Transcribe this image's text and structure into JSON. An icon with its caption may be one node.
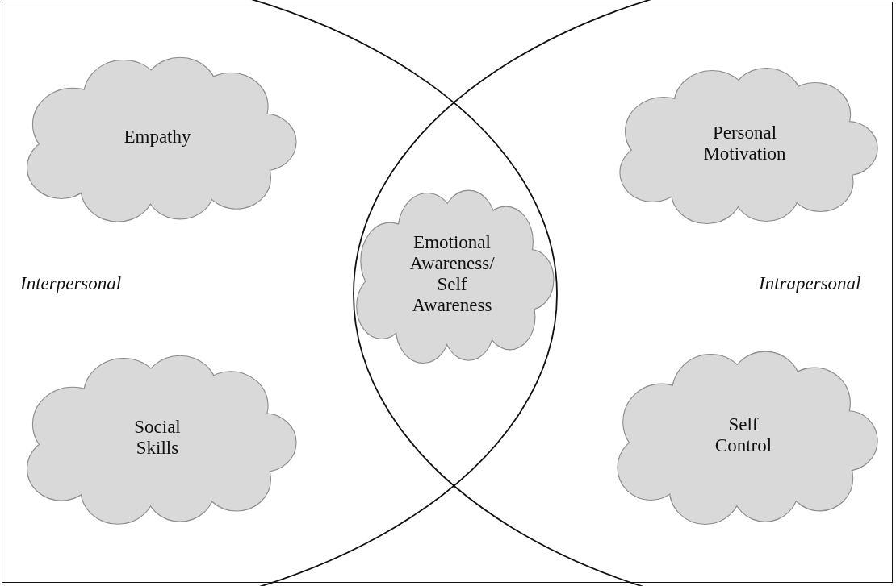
{
  "diagram": {
    "nodes": [
      {
        "text": [
          "Interpersonal"
        ]
      },
      {
        "text": [
          "Intrapersonal"
        ]
      },
      {
        "text": [
          "Empathy"
        ],
        "in": 0
      },
      {
        "text": [
          "Personal Motivation"
        ],
        "in": 1
      },
      {
        "text": [
          "Emotional Awareness/ Self Awareness"
        ]
      },
      {
        "text": [
          "Social Skills"
        ],
        "in": 0
      },
      {
        "text": [
          "Self Control"
        ],
        "in": 1
      }
    ]
  }
}
